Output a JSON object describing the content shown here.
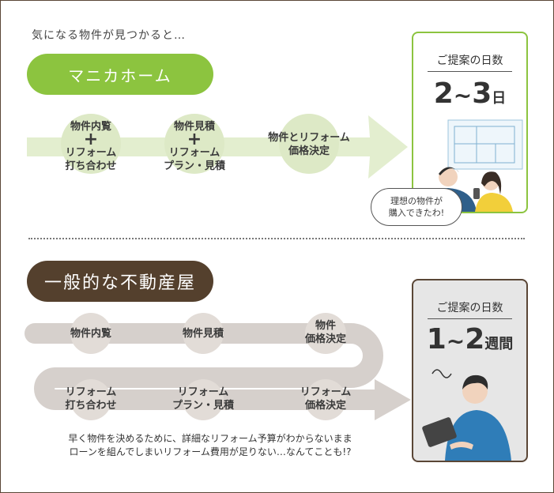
{
  "intro": "気になる物件が見つかると…",
  "manica": {
    "label": "マニカホーム",
    "steps": [
      {
        "line1": "物件内覧",
        "plus": "+",
        "line2": "リフォーム",
        "line3": "打ち合わせ"
      },
      {
        "line1": "物件見積",
        "plus": "+",
        "line2": "リフォーム",
        "line3": "プラン・見積"
      },
      {
        "line1": "物件とリフォーム",
        "line2": "価格決定"
      }
    ],
    "result_label": "ご提案の日数",
    "result_num1": "2",
    "result_tilde": "~",
    "result_num2": "3",
    "result_unit": "日",
    "speech_line1": "理想の物件が",
    "speech_line2": "購入できたわ!"
  },
  "general": {
    "label": "一般的な不動産屋",
    "row1": [
      {
        "line1": "物件内覧"
      },
      {
        "line1": "物件見積"
      },
      {
        "line1": "物件",
        "line2": "価格決定"
      }
    ],
    "row2": [
      {
        "line1": "リフォーム",
        "line2": "打ち合わせ"
      },
      {
        "line1": "リフォーム",
        "line2": "プラン・見積"
      },
      {
        "line1": "リフォーム",
        "line2": "価格決定"
      }
    ],
    "result_label": "ご提案の日数",
    "result_num1": "1",
    "result_tilde": "~",
    "result_num2": "2",
    "result_unit": "週間",
    "note_line1": "早く物件を決めるために、詳細なリフォーム予算がわからないまま",
    "note_line2": "ローンを組んでしまいリフォーム費用が足りない…なんてことも!?"
  },
  "colors": {
    "green": "#8cc43f",
    "green_light": "#e3eecf",
    "brown": "#54402d",
    "gray_track": "#d6d0cc",
    "gray_circle": "#e2dcd7"
  }
}
